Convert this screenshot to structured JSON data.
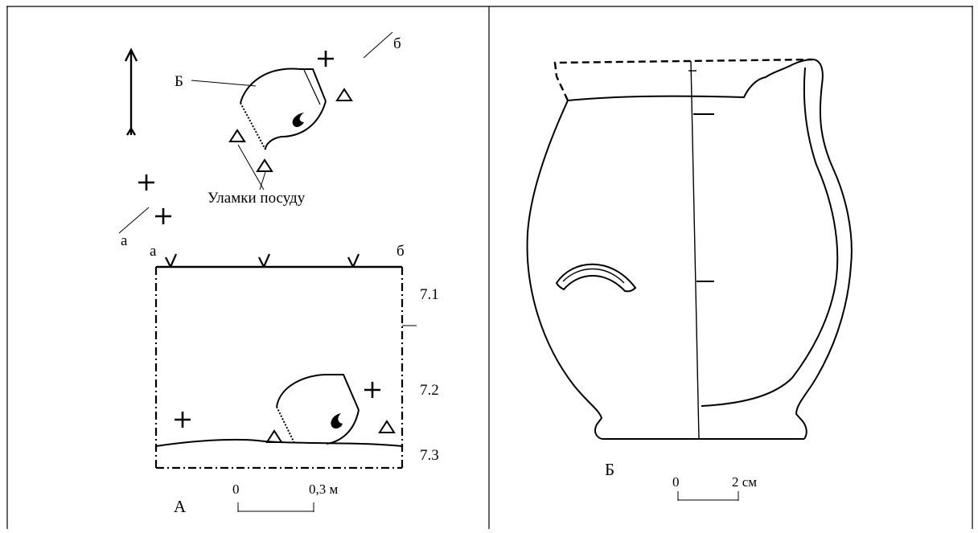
{
  "panel_a": {
    "label": "А",
    "plan": {
      "vessel_label": "Б",
      "fragments_caption": "Уламки посуду",
      "section_line_start": "а",
      "section_line_end": "б"
    },
    "section": {
      "left_label": "а",
      "right_label": "б",
      "layers": [
        "7.1",
        "7.2",
        "7.3"
      ]
    },
    "scale": {
      "zero": "0",
      "end": "0,3 м"
    }
  },
  "panel_b": {
    "label": "Б",
    "scale": {
      "zero": "0",
      "end": "2 см"
    }
  }
}
